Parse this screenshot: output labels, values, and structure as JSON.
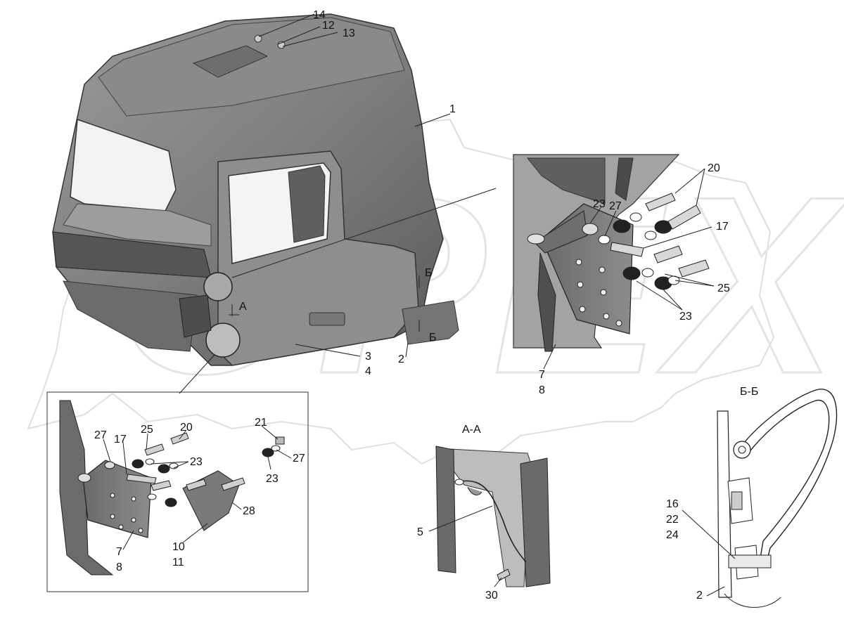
{
  "watermark": "OPEX",
  "main_labels": {
    "l1": "1",
    "l2": "2",
    "l3": "3",
    "l4": "4",
    "l12": "12",
    "l13": "13",
    "l14": "14",
    "sec_a": "A",
    "sec_b_top": "Б",
    "sec_b_bot": "Б"
  },
  "hinge_labels": {
    "l7": "7",
    "l8": "8",
    "l17": "17",
    "l20": "20",
    "l23a": "23",
    "l23b": "23",
    "l25": "25",
    "l27": "27"
  },
  "inset_labels": {
    "l7": "7",
    "l8": "8",
    "l10": "10",
    "l11": "11",
    "l17": "17",
    "l20": "20",
    "l21": "21",
    "l23a": "23",
    "l23b": "23",
    "l25": "25",
    "l27a": "27",
    "l27b": "27",
    "l28": "28"
  },
  "section_aa": {
    "title": "А-А",
    "l5": "5",
    "l30": "30"
  },
  "section_bb": {
    "title": "Б-Б",
    "l16": "16",
    "l22": "22",
    "l24": "24",
    "l2": "2"
  }
}
